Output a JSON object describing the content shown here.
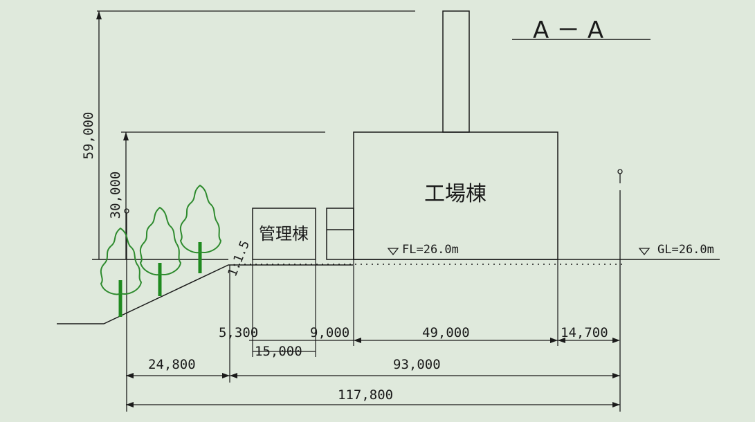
{
  "title": "A － A",
  "buildings": {
    "plant": "工場棟",
    "admin": "管理棟"
  },
  "slope_label": "1:1.5",
  "levels": {
    "fl": "FL=26.0m",
    "gl": "GL=26.0m"
  },
  "heights": {
    "total": "59,000",
    "building": "30,000"
  },
  "dims": {
    "d_5300": "5,300",
    "d_9000": "9,000",
    "d_49000": "49,000",
    "d_14700": "14,700",
    "d_15000": "15,000",
    "d_24800": "24,800",
    "d_93000": "93,000",
    "d_117800": "117,800"
  },
  "colors": {
    "background": "#dfe9dc",
    "line": "#1a1a1a",
    "tree_outline": "#2e8b2e",
    "tree_trunk": "#1f8a1f"
  }
}
